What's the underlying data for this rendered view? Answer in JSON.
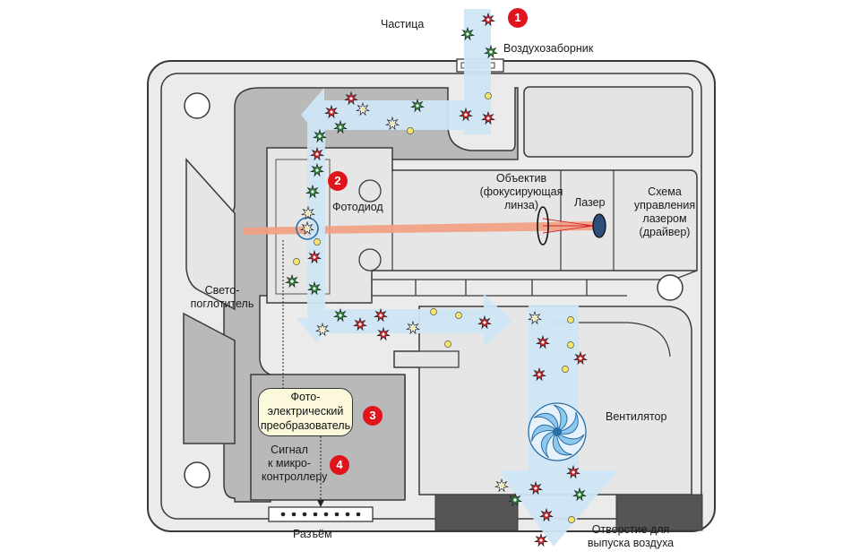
{
  "labels": {
    "particle": "Частица",
    "air_intake": "Воздухозаборник",
    "photodiode": "Фотодиод",
    "lens_1": "Объектив",
    "lens_2": "(фокусирующая",
    "lens_3": "линза)",
    "laser": "Лазер",
    "driver_1": "Схема",
    "driver_2": "управления",
    "driver_3": "лазером",
    "driver_4": "(драйвер)",
    "absorber_1": "Свето-",
    "absorber_2": "поглотитель",
    "converter_1": "Фото-",
    "converter_2": "электрический",
    "converter_3": "преобразователь",
    "signal_1": "Сигнал",
    "signal_2": "к микро-",
    "signal_3": "контроллеру",
    "fan": "Вентилятор",
    "connector": "Разъём",
    "outlet_1": "Отверстие для",
    "outlet_2": "выпуска воздуха"
  },
  "steps": [
    "1",
    "2",
    "3",
    "4"
  ],
  "colors": {
    "housing": "#ebebeb",
    "outline": "#3a3a3a",
    "dark_zone": "#b9b9b9",
    "dark_chamber": "#555555",
    "airflow": "#cfe6f5",
    "laser_beam": "#f2a184",
    "fan_blades": "#8ec8ee",
    "badge": "#e0141c",
    "converter_fill": "#fcf8dc",
    "particle_red": "#d4242a",
    "particle_green": "#2e8b3a",
    "particle_yellow": "#f3e46a"
  },
  "icons": {
    "particle": "star-burst-icon",
    "fan": "fan-icon",
    "lens": "lens-ellipse-icon",
    "step_marker": "numbered-circle-icon"
  }
}
